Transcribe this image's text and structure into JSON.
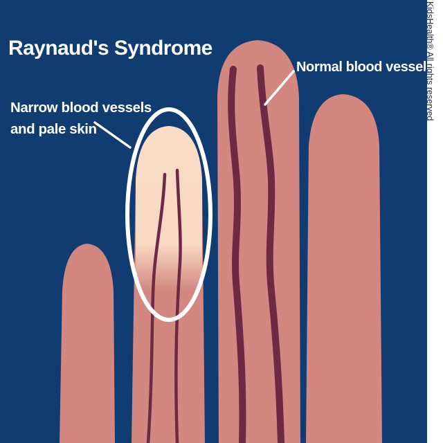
{
  "title": "Raynaud's Syndrome",
  "labels": {
    "narrow_line1": "Narrow blood vessels",
    "narrow_line2": "and pale skin",
    "normal": "Normal blood vessels"
  },
  "credit": "KidsHealth® All rights reserved",
  "colors": {
    "background": "#113c72",
    "skin": "#d28780",
    "pale_skin": "#f9ddc7",
    "vessel": "#6e2a44",
    "outline": "#ffffff",
    "side_strip": "#ffffff"
  }
}
